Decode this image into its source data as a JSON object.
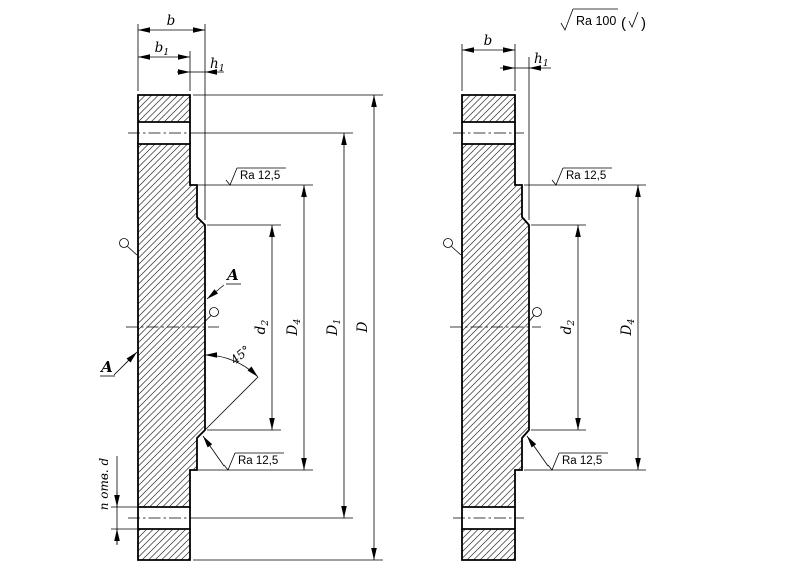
{
  "colors": {
    "line": "#000000",
    "background": "#ffffff"
  },
  "roughness": {
    "general": "Ra 100",
    "paren_open": "(",
    "paren_close": ")",
    "face": "Ra 12,5"
  },
  "dimensions": {
    "b": "b",
    "b1": {
      "base": "b",
      "sub": "1"
    },
    "h1": {
      "base": "h",
      "sub": "1"
    },
    "d2": {
      "base": "d",
      "sub": "2"
    },
    "D4": {
      "base": "D",
      "sub": "4"
    },
    "D1": {
      "base": "D",
      "sub": "1"
    },
    "D": "D",
    "holes_note": "n отв. d",
    "chamfer_angle": "45°"
  },
  "surface_label": "A"
}
